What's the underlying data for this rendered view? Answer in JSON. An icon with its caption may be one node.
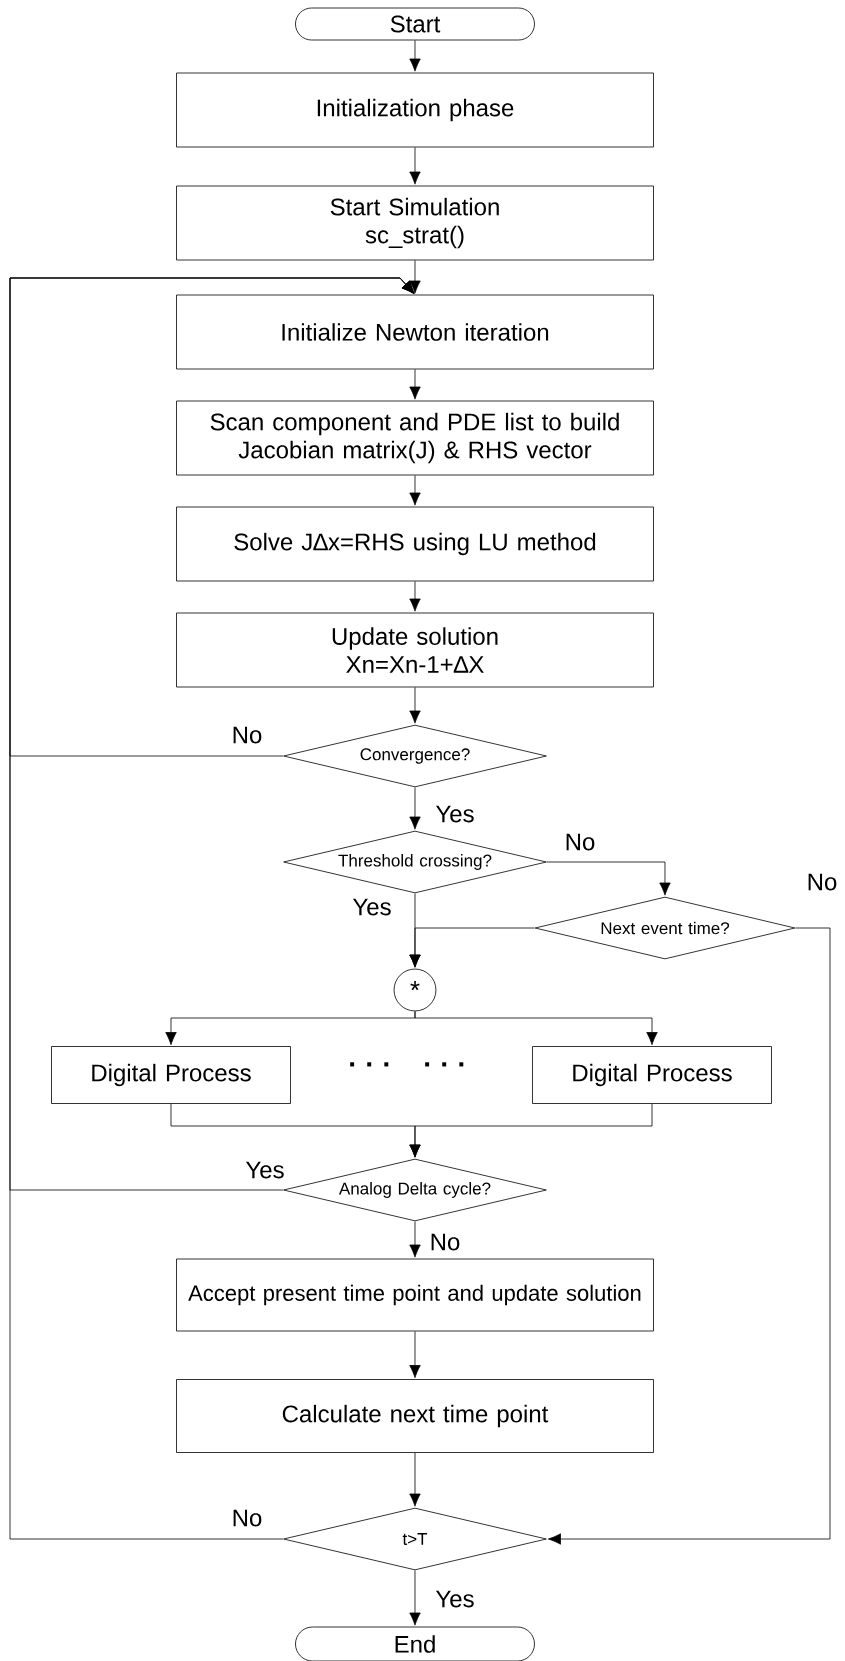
{
  "diagram": {
    "nodes": [
      {
        "text": [
          "Start"
        ]
      },
      {
        "text": [
          "Initialization phase"
        ]
      },
      {
        "text": [
          "Start Simulation sc_strat()"
        ]
      },
      {
        "text": [
          "Initialize Newton iteration"
        ]
      },
      {
        "text": [
          "Scan component and PDE list to build Jacobian matrix(J) & RHS vector"
        ]
      },
      {
        "text": [
          "Solve J∆x=RHS using LU method"
        ]
      },
      {
        "text": [
          "Update solution Xn=Xn-1+∆X"
        ]
      },
      {
        "text": [
          "Convergence?"
        ]
      },
      {
        "text": [
          "Threshold crossing?"
        ]
      },
      {
        "text": [
          "Next event time?"
        ]
      },
      {
        "text": [
          "*"
        ]
      },
      {
        "text": [
          "Digital Process"
        ]
      },
      {
        "text": [
          "Digital Process"
        ]
      },
      {
        "text": [
          "Analog Delta cycle?"
        ]
      },
      {
        "text": [
          "Accept present time point and update solution"
        ]
      },
      {
        "text": [
          "Calculate next time point"
        ]
      },
      {
        "text": [
          "t>T"
        ]
      },
      {
        "text": [
          "End"
        ]
      }
    ],
    "edges": [
      {
        "from": 0,
        "to": 1,
        "arrow": "to"
      },
      {
        "from": 1,
        "to": 2,
        "arrow": "to"
      },
      {
        "from": 2,
        "to": 3,
        "arrow": "to"
      },
      {
        "from": 3,
        "to": 4,
        "arrow": "to"
      },
      {
        "from": 4,
        "to": 5,
        "arrow": "to"
      },
      {
        "from": 5,
        "to": 6,
        "arrow": "to"
      },
      {
        "from": 6,
        "to": 7,
        "arrow": "to"
      },
      {
        "from": 7,
        "to": 3,
        "arrow": "to",
        "label": "No"
      },
      {
        "from": 7,
        "to": 8,
        "arrow": "to",
        "label": "Yes"
      },
      {
        "from": 8,
        "to": 9,
        "arrow": "to",
        "label": "No"
      },
      {
        "from": 8,
        "to": 10,
        "arrow": "to",
        "label": "Yes"
      },
      {
        "from": 9,
        "to": 10,
        "arrow": "to"
      },
      {
        "from": 9,
        "to": 16,
        "arrow": "to",
        "label": "No"
      },
      {
        "from": 10,
        "to": 11,
        "arrow": "to"
      },
      {
        "from": 10,
        "to": 12,
        "arrow": "to"
      },
      {
        "from": 11,
        "to": 13,
        "arrow": "to"
      },
      {
        "from": 12,
        "to": 13,
        "arrow": "to"
      },
      {
        "from": 13,
        "to": 3,
        "arrow": "to",
        "label": "Yes"
      },
      {
        "from": 13,
        "to": 14,
        "arrow": "to",
        "label": "No"
      },
      {
        "from": 14,
        "to": 15,
        "arrow": "to"
      },
      {
        "from": 15,
        "to": 16,
        "arrow": "to"
      },
      {
        "from": 16,
        "to": 3,
        "arrow": "to",
        "label": "No"
      },
      {
        "from": 16,
        "to": 17,
        "arrow": "to",
        "label": "Yes"
      }
    ],
    "labels": [
      "· · ·",
      "· · ·"
    ]
  }
}
